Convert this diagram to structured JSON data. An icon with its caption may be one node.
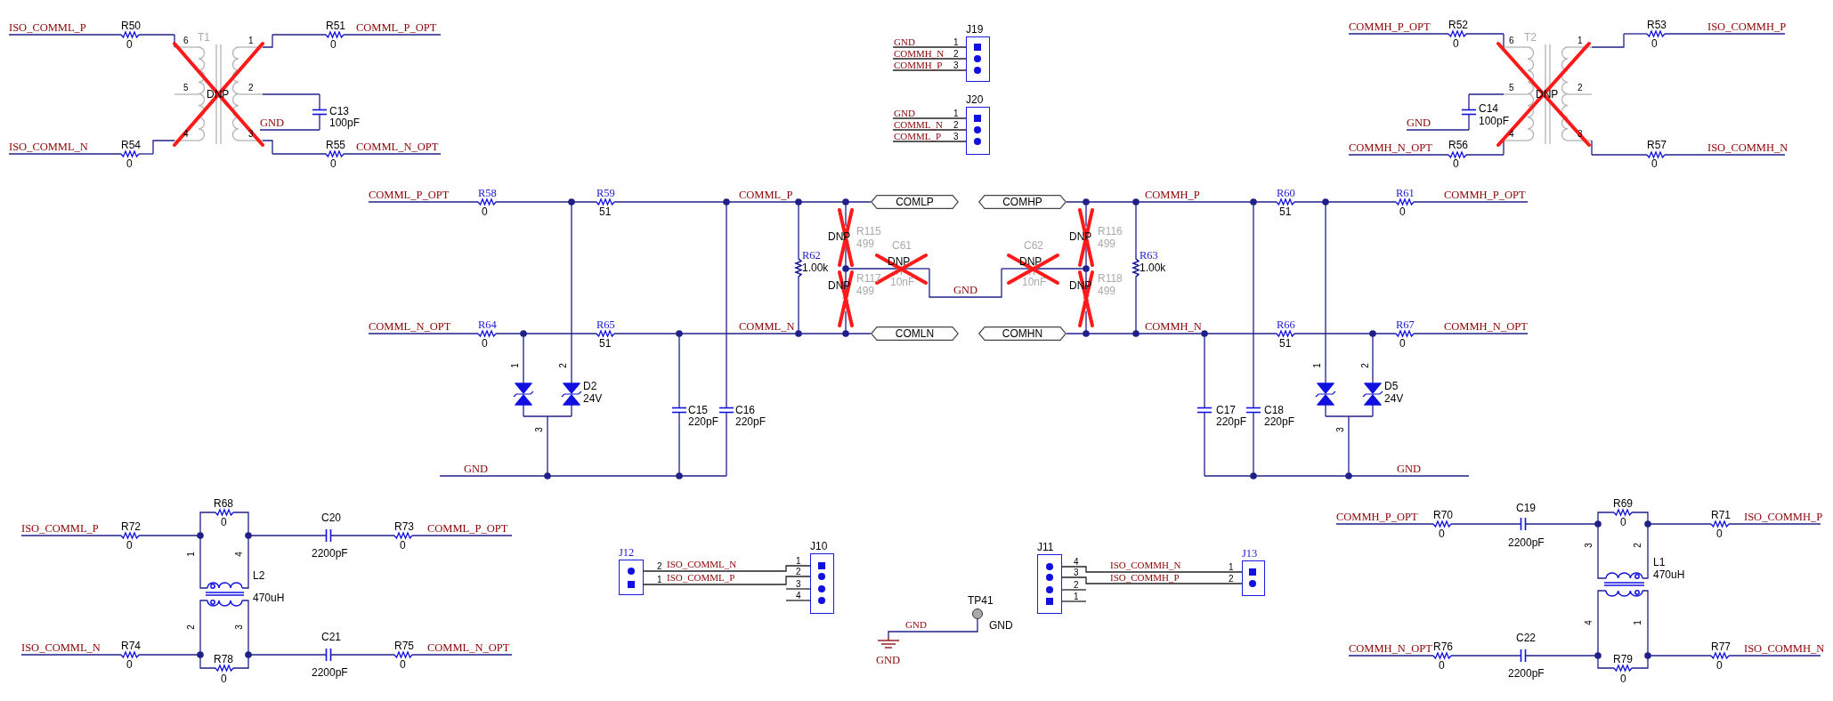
{
  "diagram": {
    "nodes": [
      {
        "text": [
          "J19"
        ],
        "beside": [
          "GND",
          "1",
          "COMMH_N",
          "2",
          "COMMH_P",
          "3"
        ]
      },
      {
        "text": [
          "J20"
        ],
        "beside": [
          "GND",
          "1",
          "COMML_N",
          "2",
          "COMML_P",
          "3"
        ]
      },
      {
        "text": [
          "COMLP"
        ]
      },
      {
        "text": [
          "COMHP"
        ]
      },
      {
        "text": [
          "COMLN"
        ]
      },
      {
        "text": [
          "COMHN"
        ]
      },
      {
        "text": [
          "J12"
        ],
        "beside": [
          "2",
          "1"
        ]
      },
      {
        "text": [
          "J10"
        ],
        "beside": [
          "1",
          "2",
          "3",
          "4"
        ]
      },
      {
        "text": [
          "J11"
        ],
        "beside": [
          "4",
          "3",
          "2",
          "1"
        ]
      },
      {
        "text": [
          "J13"
        ],
        "beside": [
          "1",
          "2"
        ]
      },
      {
        "text": [
          "TP41"
        ],
        "beside": [
          "GND"
        ]
      },
      {
        "text": [
          "GND"
        ]
      }
    ],
    "edges": [
      {
        "from": 6,
        "to": 7,
        "arrow": "none",
        "label": "ISO_COMML_N"
      },
      {
        "from": 6,
        "to": 7,
        "arrow": "none",
        "label": "ISO_COMML_P"
      },
      {
        "from": 8,
        "to": 9,
        "arrow": "none",
        "label": "ISO_COMMH_N"
      },
      {
        "from": 8,
        "to": 9,
        "arrow": "none",
        "label": "ISO_COMMH_P"
      },
      {
        "from": 11,
        "to": 10,
        "arrow": "none",
        "label": "GND",
        "color": "#20208a"
      },
      {
        "from": 2,
        "to": 4,
        "arrow": "none",
        "color": "#20208a"
      },
      {
        "from": 3,
        "to": 5,
        "arrow": "none",
        "color": "#20208a"
      }
    ],
    "labels": [
      "ISO_COMML_P",
      "R50",
      "0",
      "6",
      "T1",
      "1",
      "R51",
      "0",
      "COMML_P_OPT",
      "5",
      "2",
      "DNP",
      "C13",
      "100pF",
      "GND",
      "ISO_COMML_N",
      "R54",
      "4",
      "3",
      "R55",
      "COMML_N_OPT",
      "0",
      "0",
      "COMMH_P_OPT",
      "R52",
      "0",
      "6",
      "T2",
      "1",
      "R53",
      "0",
      "ISO_COMMH_P",
      "5",
      "2",
      "DNP",
      "C14",
      "100pF",
      "GND",
      "COMMH_N_OPT",
      "R56",
      "4",
      "3",
      "R57",
      "ISO_COMMH_N",
      "0",
      "0",
      "COMML_P_OPT",
      "R58",
      "0",
      "R59",
      "51",
      "COMML_P",
      "COMMH_P",
      "R60",
      "51",
      "R61",
      "0",
      "COMMH_P_OPT",
      "R115",
      "DNP",
      "499",
      "C61",
      "C62",
      "R116",
      "DNP",
      "499",
      "R62",
      "R63",
      "DNP",
      "DNP",
      "1.00k",
      "1.00k",
      "R117",
      "DNP",
      "499",
      "10nF",
      "GND",
      "10nF",
      "R118",
      "DNP",
      "499",
      "COMML_N_OPT",
      "R64",
      "0",
      "R65",
      "51",
      "COMML_N",
      "COMMH_N",
      "R66",
      "51",
      "R67",
      "0",
      "COMMH_N_OPT",
      "1",
      "2",
      "D2",
      "24V",
      "C15",
      "C16",
      "220pF",
      "220pF",
      "3",
      "GND",
      "1",
      "2",
      "D5",
      "24V",
      "C17",
      "C18",
      "220pF",
      "220pF",
      "3",
      "GND",
      "R68",
      "0",
      "ISO_COMML_P",
      "R72",
      "C20",
      "R73",
      "COMML_P_OPT",
      "0",
      "2200pF",
      "0",
      "1",
      "4",
      "L2",
      "470uH",
      "2",
      "3",
      "ISO_COMML_N",
      "R74",
      "C21",
      "R75",
      "COMML_N_OPT",
      "R78",
      "0",
      "2200pF",
      "0",
      "0",
      "COMMH_P_OPT",
      "R70",
      "C19",
      "R69",
      "0",
      "R71",
      "ISO_COMMH_P",
      "0",
      "2200pF",
      "0",
      "3",
      "2",
      "L1",
      "470uH",
      "4",
      "1",
      "COMMH_N_OPT",
      "R76",
      "C22",
      "R77",
      "ISO_COMMH_N",
      "R79",
      "0",
      "2200pF",
      "0",
      "0"
    ]
  }
}
